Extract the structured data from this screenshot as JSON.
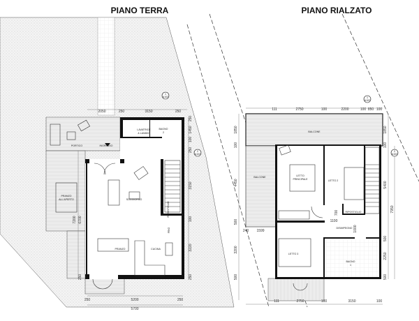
{
  "titles": {
    "ground": "PIANO TERRA",
    "raised": "PIANO RIALZATO"
  },
  "ground_floor": {
    "rooms": [
      "PORTICO",
      "INGRESSO",
      "LAVATRICE",
      "& LAVABO",
      "BAGNO",
      "2",
      "PRANZO",
      "ALL'APERTO",
      "SOGGIORNO",
      "RIPOSTIGLIO",
      "PRANZO",
      "CUCINA",
      "FRIG"
    ],
    "dims_top": [
      "2050",
      "250",
      "3150",
      "250"
    ],
    "dims_left": [
      "7200",
      "6700",
      "250"
    ],
    "dims_right": [
      "250",
      "1450",
      "100",
      "250",
      "3150",
      "100",
      "3220",
      "250"
    ],
    "dims_bottom": [
      "250",
      "5200",
      "250",
      "5700"
    ],
    "section_mark": [
      "1",
      "A102",
      "2",
      "A102"
    ]
  },
  "raised_floor": {
    "rooms": [
      "BALCONE",
      "BALCONE",
      "LETTO",
      "PRINCIPALE",
      "LETTO 2",
      "LETTO 3",
      "RIPOSTIGLIO",
      "DISIMPEGNO",
      "BAGNO",
      "1"
    ],
    "dims_top": [
      "111",
      "2750",
      "100",
      "2200",
      "100",
      "850",
      "100"
    ],
    "dims_left": [
      "1850",
      "100",
      "4450",
      "500",
      "3200",
      "500"
    ],
    "dims_right": [
      "1850",
      "100",
      "5400",
      "7950",
      "500",
      "2250",
      "500"
    ],
    "dims_bottom": [
      "111",
      "2750",
      "100",
      "3150",
      "100"
    ],
    "dims_inner": [
      "240",
      "1599",
      "700",
      "1100",
      "1000"
    ],
    "section_mark": [
      "1",
      "A102",
      "2",
      "A102"
    ]
  }
}
